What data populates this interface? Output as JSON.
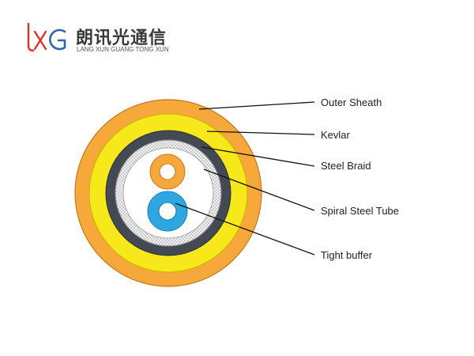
{
  "brand": {
    "name_cn": "朗讯光通信",
    "name_en": "LANG XUN GUANG TONG XUN",
    "mark_text": "lxG",
    "color_red": "#d9342b",
    "color_blue": "#2f63b0"
  },
  "layers": [
    {
      "name": "outer-sheath",
      "color": "#f6a83b"
    },
    {
      "name": "kevlar",
      "color": "#f7e81c"
    },
    {
      "name": "steel-braid",
      "color": "#434a54"
    },
    {
      "name": "spiral-steel-tube",
      "color": "#c9c9c9"
    },
    {
      "name": "tight-buffer-orange",
      "color": "#f6a83b"
    },
    {
      "name": "tight-buffer-blue",
      "color": "#2ea7e0"
    }
  ],
  "labels": {
    "outer_sheath": "Outer Sheath",
    "kevlar": "Kevlar",
    "steel_braid": "Steel Braid",
    "spiral_steel_tube": "Spiral Steel Tube",
    "tight_buffer": "Tight buffer"
  }
}
